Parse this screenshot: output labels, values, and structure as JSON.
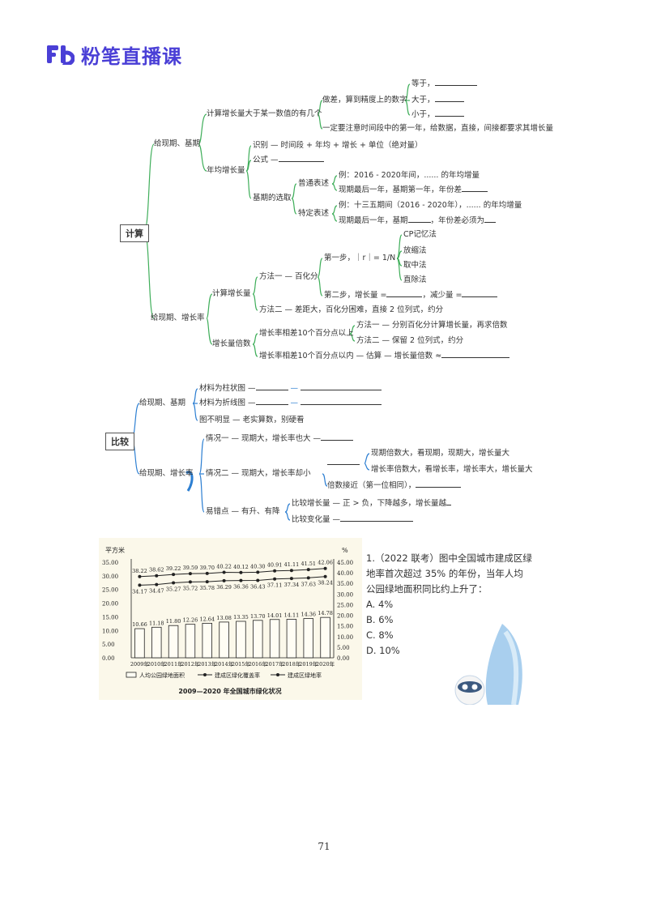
{
  "header": {
    "logo_text": "粉笔直播课",
    "logo_mark": "Fb",
    "brand_color": "#4a3fd6"
  },
  "calc_map": {
    "root": "计算",
    "b1": "给现期、基期",
    "b1_1": "计算增长量大于某一数值的有几个",
    "b1_1_1": "做差，算到精度上的数字",
    "eq": "等于，",
    "gt": "大于，",
    "lt": "小于，",
    "b1_1_2": "一定要注意时间段中的第一年，给数据，直接，间接都要求其增长量",
    "b1_2": "年均增长量",
    "identify": "识别 — 时间段 + 年均 + 增长 + 单位（绝对量）",
    "formula": "公式 —",
    "base_choice": "基期的选取",
    "normal": "普通表述",
    "normal_1": "例：2016 - 2020年间，...... 的年均增量",
    "normal_2": "现期最后一年，基期第一年，年份差",
    "special": "特定表述",
    "special_1": "例：十三五期间（2016 - 2020年），...... 的年均增量",
    "special_2": "现期最后一年，基期",
    "special_2b": "，年份差必须为",
    "b2": "给现期、增长率",
    "calc_inc": "计算增长量",
    "method1": "方法一 — 百化分",
    "step1": "第一步，｜r｜= 1/N",
    "cp": "CP记忆法",
    "zoom": "放缩法",
    "mid": "取中法",
    "remove": "直除法",
    "step2a": "第二步，增长量 =",
    "step2b": "，减少量 =",
    "method2": "方法二 — 差距大，百化分困难，直接 2 位列式，约分",
    "inc_times": "增长量倍数",
    "diff10": "增长率相差10个百分点以上",
    "m1": "方法一 — 分别百化分计算增长量，再求倍数",
    "m2": "方法二 — 保留 2 位列式，约分",
    "diff10b": "增长率相差10个百分点以内 — 估算 — 增长量倍数 ≈"
  },
  "compare_map": {
    "root": "比较",
    "c1": "给现期、基期",
    "bar": "材料为柱状图 —",
    "line": "材料为折线图 —",
    "unclear": "图不明显 — 老实算数，别硬看",
    "c2": "给现期、增长率",
    "case1": "情况一 — 现期大，增长率也大 —",
    "case2": "情况二 — 现期大，增长率却小",
    "case2_1": "现期倍数大，看现期，现期大，增长量大",
    "case2_2": "增长率倍数大，看增长率，增长率大，增长量大",
    "case2_3": "倍数接近（第一位相同），",
    "trap": "易错点 — 有升、有降",
    "trap1": "比较增长量 — 正 > 负，下降越多，增长量越",
    "trap2": "比较变化量 —"
  },
  "chart_data": {
    "type": "bar",
    "title": "2009—2020 年全国城市绿化状况",
    "y_left_label": "平方米",
    "y_right_label": "%",
    "y_left_ticks": [
      "35.00",
      "30.00",
      "25.00",
      "20.00",
      "15.00",
      "10.00",
      "5.00",
      "0.00"
    ],
    "y_right_ticks": [
      "45.00",
      "40.00",
      "35.00",
      "30.00",
      "25.00",
      "20.00",
      "15.00",
      "10.00",
      "5.00",
      "0.00"
    ],
    "categories": [
      "2009年",
      "2010年",
      "2011年",
      "2012年",
      "2013年",
      "2014年",
      "2015年",
      "2016年",
      "2017年",
      "2018年",
      "2019年",
      "2020年"
    ],
    "series": [
      {
        "name": "人均公园绿地面积",
        "values": [
          10.66,
          11.18,
          11.8,
          12.26,
          12.64,
          13.08,
          13.35,
          13.7,
          14.01,
          14.11,
          14.36,
          14.78
        ]
      },
      {
        "name": "建成区绿化覆盖率",
        "values": [
          38.22,
          38.62,
          39.22,
          39.59,
          39.7,
          40.22,
          40.12,
          40.3,
          40.91,
          41.11,
          41.51,
          42.06
        ]
      },
      {
        "name": "建成区绿地率",
        "values": [
          34.17,
          34.47,
          35.27,
          35.72,
          35.78,
          36.29,
          36.36,
          36.43,
          37.11,
          37.34,
          37.63,
          38.24
        ]
      }
    ],
    "ylim_left": [
      0,
      35
    ],
    "ylim_right": [
      0,
      45
    ]
  },
  "question": {
    "line1": "1.（2022 联考）图中全国城市建成区绿",
    "line2": "地率首次超过 35% 的年份，当年人均",
    "line3": "公园绿地面积同比约上升了：",
    "options": [
      "A. 4%",
      "B. 6%",
      "C. 8%",
      "D. 10%"
    ]
  },
  "page_number": "71"
}
